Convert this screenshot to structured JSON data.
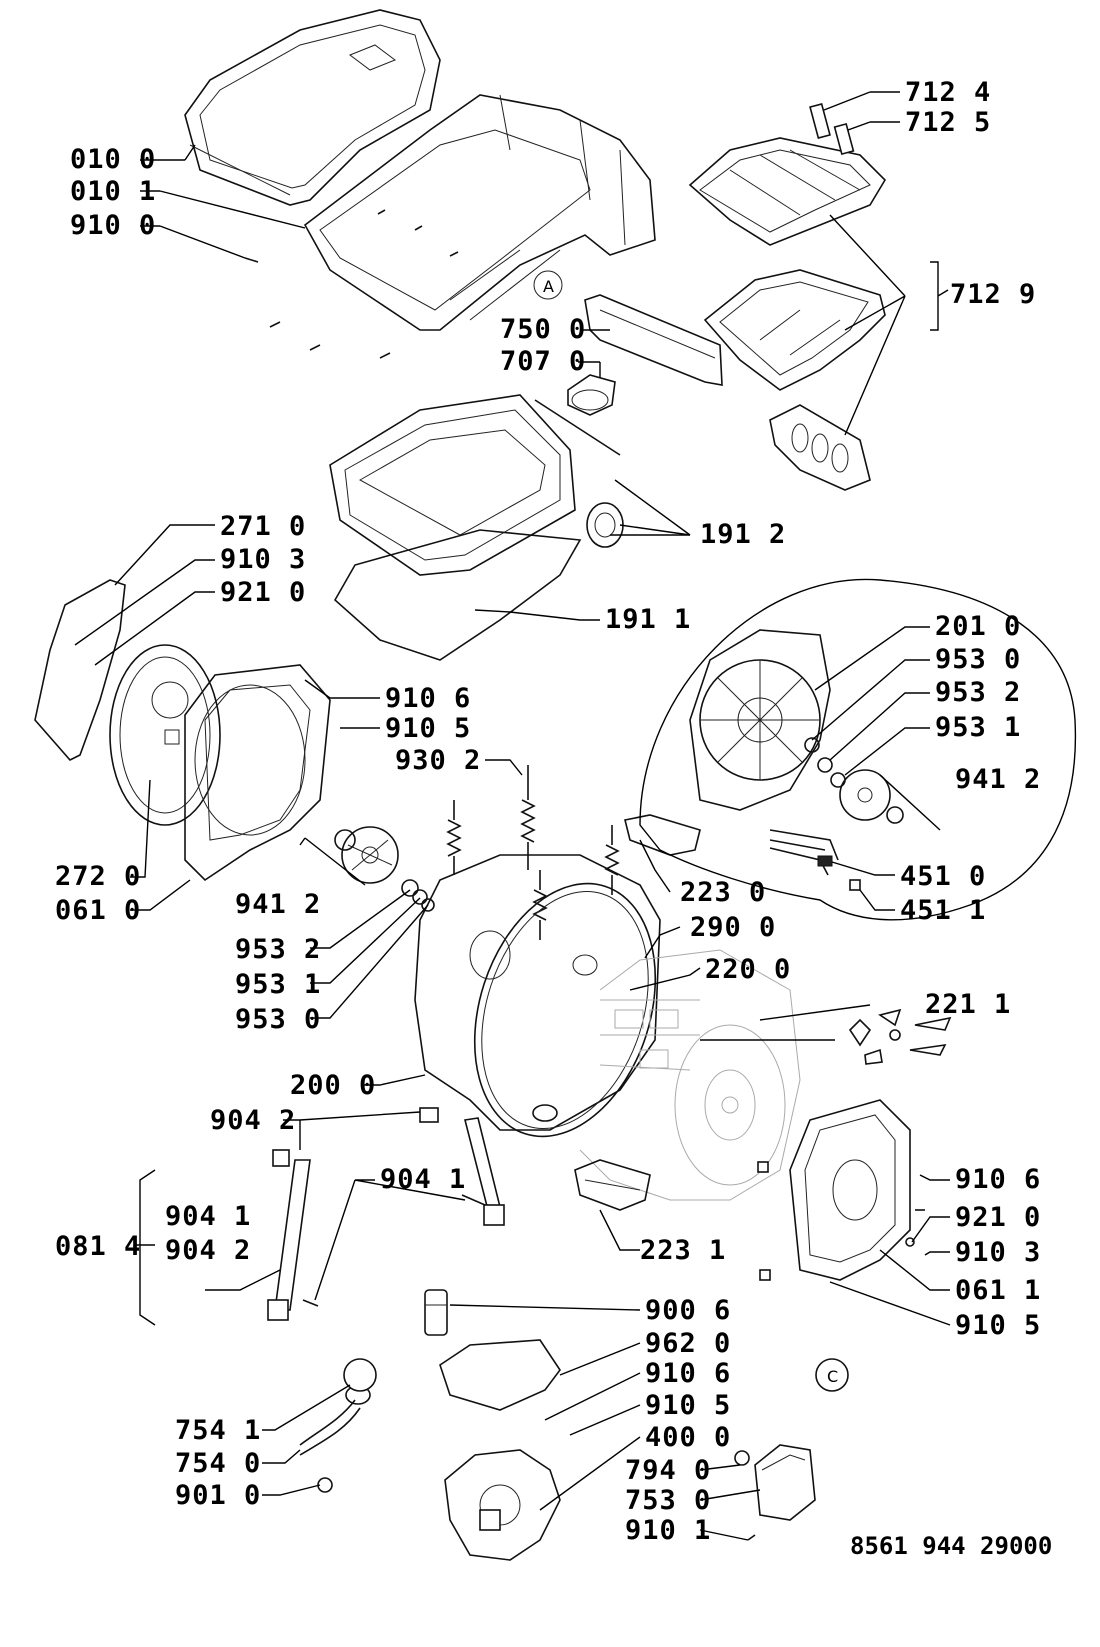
{
  "document": {
    "ref_code": "8561 944 29000"
  },
  "labels": {
    "l_010_0": "010 0",
    "l_010_1": "010 1",
    "l_910_0": "910 0",
    "l_712_4": "712 4",
    "l_712_5": "712 5",
    "l_712_9": "712 9",
    "l_750_0": "750 0",
    "l_707_0": "707 0",
    "l_191_2": "191 2",
    "l_191_1": "191 1",
    "l_271_0": "271 0",
    "l_910_3a": "910 3",
    "l_921_0a": "921 0",
    "l_910_6a": "910 6",
    "l_910_5a": "910 5",
    "l_930_2": "930 2",
    "l_201_0": "201 0",
    "l_953_0a": "953 0",
    "l_953_2a": "953 2",
    "l_953_1a": "953 1",
    "l_941_2a": "941 2",
    "l_451_0": "451 0",
    "l_451_1": "451 1",
    "l_272_0": "272 0",
    "l_061_0": "061 0",
    "l_941_2b": "941 2",
    "l_223_0": "223 0",
    "l_290_0": "290 0",
    "l_953_2b": "953 2",
    "l_953_1b": "953 1",
    "l_953_0b": "953 0",
    "l_220_0": "220 0",
    "l_221_1": "221 1",
    "l_200_0": "200 0",
    "l_904_2a": "904 2",
    "l_904_1a": "904 1",
    "l_904_1b": "904 1",
    "l_904_2b": "904 2",
    "l_081_4": "081 4",
    "l_223_1": "223 1",
    "l_910_6b": "910 6",
    "l_921_0b": "921 0",
    "l_910_3b": "910 3",
    "l_061_1": "061 1",
    "l_910_5b": "910 5",
    "l_900_6": "900 6",
    "l_962_0": "962 0",
    "l_910_6c": "910 6",
    "l_910_5c": "910 5",
    "l_400_0": "400 0",
    "l_794_0": "794 0",
    "l_753_0": "753 0",
    "l_910_1": "910 1",
    "l_754_1": "754 1",
    "l_754_0": "754 0",
    "l_901_0": "901 0"
  },
  "markers": {
    "circle_a": "A",
    "circle_c": "C"
  }
}
